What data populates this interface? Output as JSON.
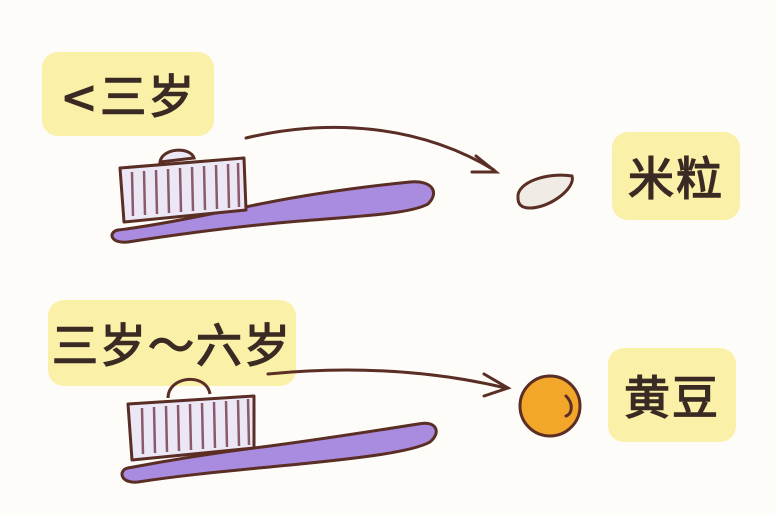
{
  "groups": [
    {
      "age_label": "<三岁",
      "amount_label": "米粒",
      "amount_icon": "rice-grain-icon"
    },
    {
      "age_label": "三岁～六岁",
      "amount_label": "黄豆",
      "amount_icon": "soybean-icon"
    }
  ],
  "colors": {
    "label_bg": "#fbf0a8",
    "brush_handle": "#a98be0",
    "bristles": "#ece7f5",
    "outline": "#5a2e24",
    "soybean": "#f2a62a",
    "rice": "#f1ebe6"
  }
}
